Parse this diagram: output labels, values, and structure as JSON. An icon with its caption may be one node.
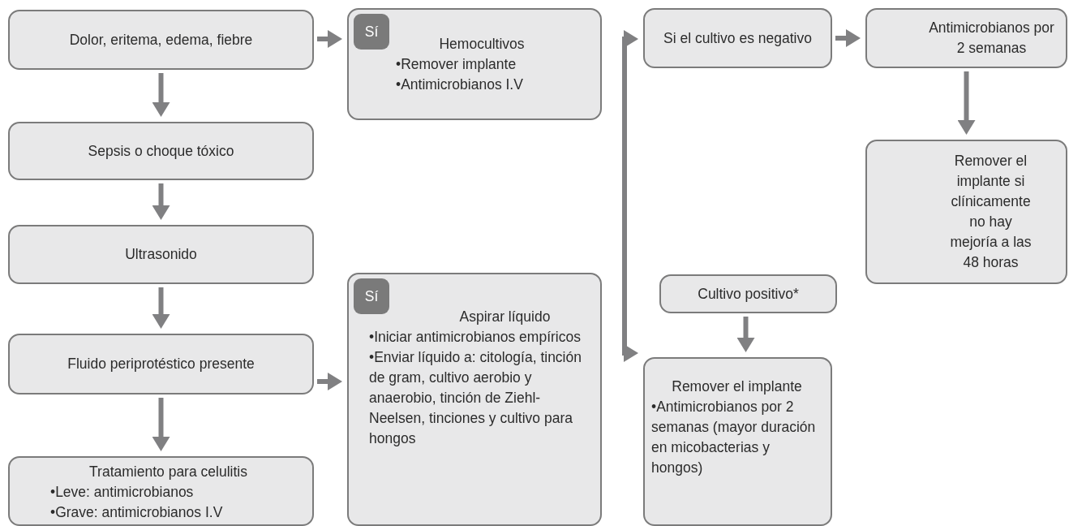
{
  "diagram": {
    "nodes": [
      {
        "text": [
          "Dolor, eritema, edema, fiebre"
        ]
      },
      {
        "text": [
          "Hemocultivos",
          "•Remover implante",
          "•Antimicrobianos I.V"
        ]
      },
      {
        "text": [
          "Sí"
        ],
        "in": 1
      },
      {
        "text": [
          "Si el cultivo es negativo"
        ]
      },
      {
        "text": [
          "Antimicrobianos por 2 semanas"
        ]
      },
      {
        "text": [
          "Sepsis o choque tóxico"
        ]
      },
      {
        "text": [
          "Remover el implante si clínicamente no hay mejoría a las 48 horas"
        ]
      },
      {
        "text": [
          "Ultrasonido"
        ]
      },
      {
        "text": [
          "Aspirar líquido",
          "•Iniciar antimicrobianos empíricos",
          "•Enviar líquido a: citología, tinción de gram, cultivo aerobio y anaerobio, tinción de Ziehl-Neelsen, tinciones y cultivo para hongos"
        ]
      },
      {
        "text": [
          "Sí"
        ],
        "in": 8
      },
      {
        "text": [
          "Cultivo positivo*"
        ]
      },
      {
        "text": [
          "Fluido periprotéstico presente"
        ]
      },
      {
        "text": [
          "Remover el implante",
          "•Antimicrobianos por 2 semanas (mayor duración en micobacterias y hongos)"
        ]
      },
      {
        "text": [
          "Tratamiento para celulitis",
          "•Leve: antimicrobianos",
          "•Grave: antimicrobianos I.V"
        ]
      }
    ],
    "edges": [
      {
        "from": 0,
        "to": 1,
        "arrow": "to"
      },
      {
        "from": 0,
        "to": 5,
        "arrow": "to"
      },
      {
        "from": 5,
        "to": 7,
        "arrow": "to"
      },
      {
        "from": 7,
        "to": 11,
        "arrow": "to"
      },
      {
        "from": 11,
        "to": 13,
        "arrow": "to"
      },
      {
        "from": 11,
        "to": 8,
        "arrow": "to"
      },
      {
        "from": 3,
        "to": 4,
        "arrow": "to"
      },
      {
        "from": 4,
        "to": 6,
        "arrow": "to"
      },
      {
        "from": 10,
        "to": 12,
        "arrow": "to"
      },
      {
        "from": null,
        "to": 3,
        "arrow": "to"
      },
      {
        "from": null,
        "to": 12,
        "arrow": "to"
      }
    ]
  }
}
